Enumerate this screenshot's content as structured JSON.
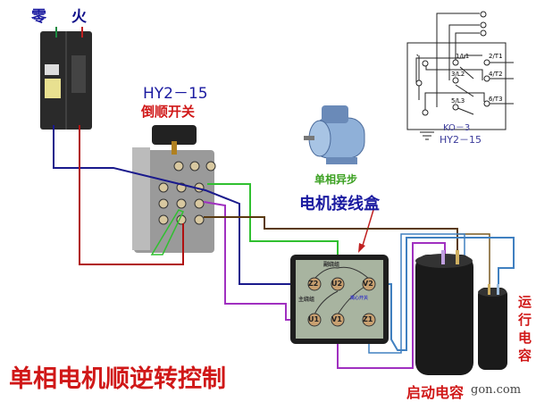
{
  "labels": {
    "neutral": "零",
    "live": "火",
    "switch_model": "HY2－15",
    "switch_name": "倒顺开关",
    "motor_type": "单相异步",
    "junction_box": "电机接线盒",
    "title": "单相电机顺逆转控制",
    "start_capacitor": "启动电容",
    "run_capacitor": "运行电容",
    "watermark": "gon.com"
  },
  "terminal_box": {
    "aux_winding": "副绕组",
    "main_winding": "主绕组",
    "centrifugal_switch": "离心开关",
    "terminals": [
      "Z2",
      "U2",
      "V2",
      "U1",
      "V1",
      "Z1"
    ]
  },
  "schematic": {
    "contacts": [
      "1/L1",
      "2/T1",
      "3/L2",
      "4/T2",
      "5/L3",
      "6/T3"
    ],
    "model_a": "KO－3",
    "model_b": "HY2－15"
  },
  "colors": {
    "title_red": "#d01818",
    "label_blue": "#1a1aa0",
    "motor_green": "#3aa020",
    "wire_blue": "#1a1a8c",
    "wire_red": "#b01010",
    "wire_green": "#30c030",
    "wire_purple": "#a030c0",
    "wire_brown": "#5a3a10",
    "wire_lightblue": "#4080c0"
  }
}
